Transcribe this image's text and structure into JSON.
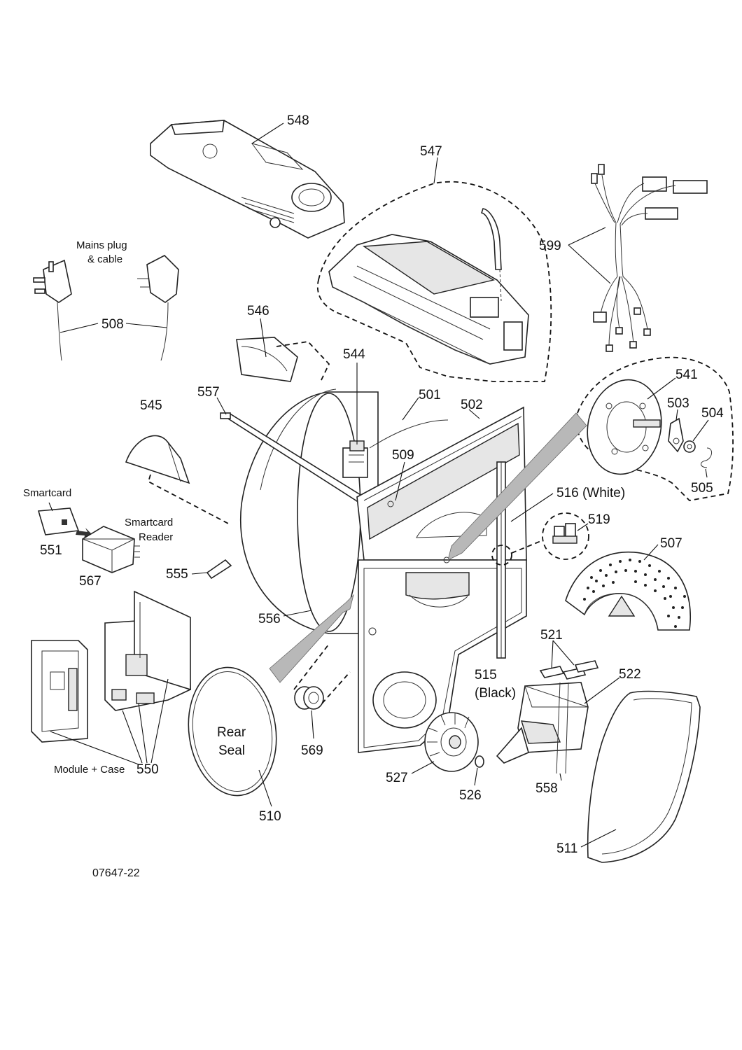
{
  "drawing_id": "07647-22",
  "labels": {
    "p548": "548",
    "p547": "547",
    "p599": "599",
    "mains": "Mains plug",
    "mains2": "& cable",
    "p508": "508",
    "p546": "546",
    "p544": "544",
    "p557": "557",
    "p501": "501",
    "p502": "502",
    "p541": "541",
    "p503": "503",
    "p504": "504",
    "p505": "505",
    "p545": "545",
    "p509": "509",
    "p516": "516 (White)",
    "p519": "519",
    "smartcard": "Smartcard",
    "smartcard_reader1": "Smartcard",
    "smartcard_reader2": "Reader",
    "p551": "551",
    "p567": "567",
    "p507": "507",
    "p555": "555",
    "p556": "556",
    "p521": "521",
    "p522": "522",
    "p515": "515",
    "p515b": "(Black)",
    "rear1": "Rear",
    "rear2": "Seal",
    "p569": "569",
    "module_case": "Module + Case",
    "p550": "550",
    "p527": "527",
    "p526": "526",
    "p558": "558",
    "p510": "510",
    "p511": "511"
  }
}
